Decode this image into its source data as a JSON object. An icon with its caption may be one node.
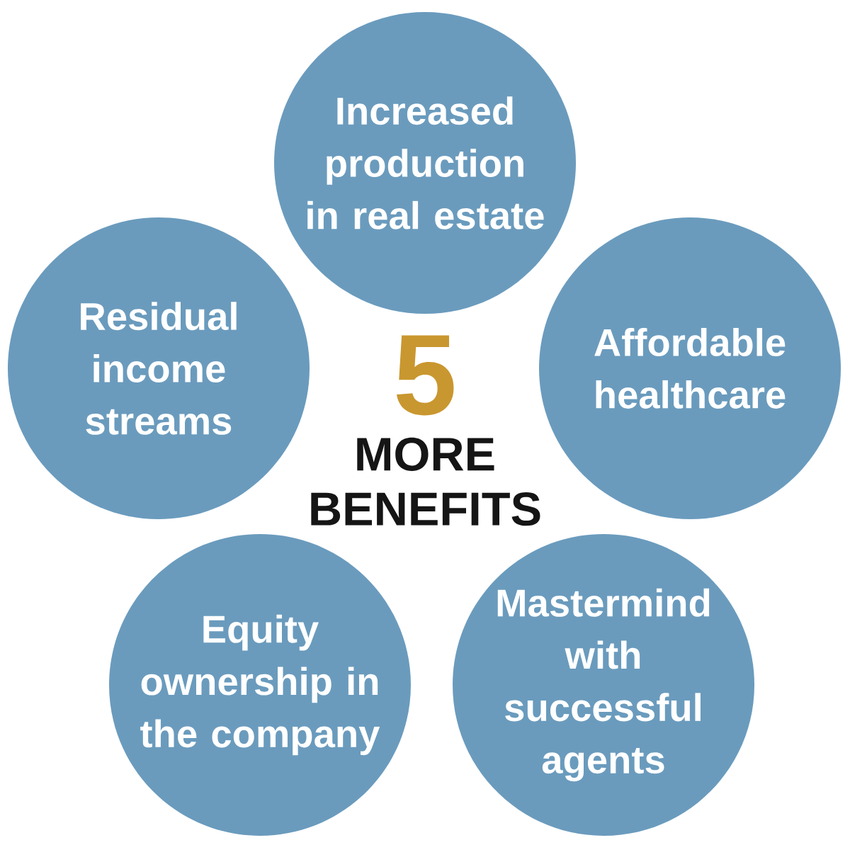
{
  "diagram": {
    "nodes": [
      {
        "text": [
          "Increased production in real estate"
        ]
      },
      {
        "text": [
          "Residual income streams"
        ]
      },
      {
        "text": [
          "Affordable healthcare"
        ]
      },
      {
        "text": [
          "Equity ownership in the company"
        ]
      },
      {
        "text": [
          "Mastermind with successful agents"
        ]
      }
    ],
    "labels": [
      "5",
      "MORE BENEFITS"
    ]
  }
}
